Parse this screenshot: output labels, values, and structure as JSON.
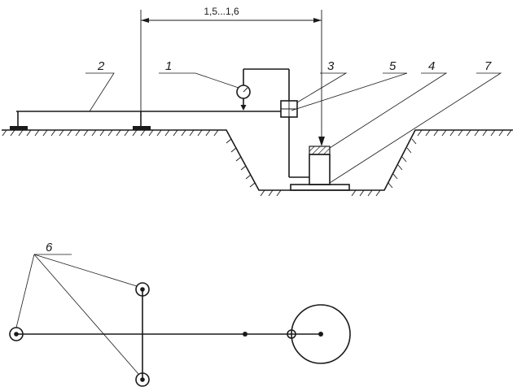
{
  "dimension": {
    "text": "1,5...1,6"
  },
  "labels": {
    "l1": "1",
    "l2": "2",
    "l3": "3",
    "l4": "4",
    "l5": "5",
    "l6": "6",
    "l7": "7"
  },
  "colors": {
    "ink": "#1a1a1a",
    "hatch_fill": "#555555",
    "background": "#ffffff"
  }
}
